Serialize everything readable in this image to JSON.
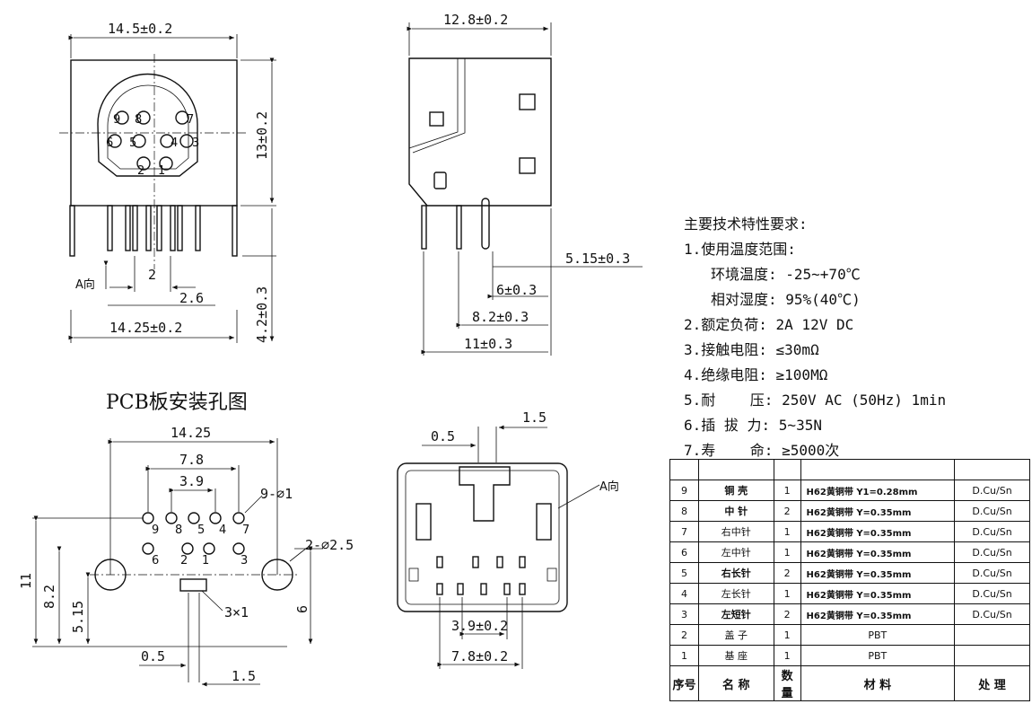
{
  "front_view": {
    "width_dim": "14.5±0.2",
    "height_dim": "13±0.2",
    "pin_spacing_dim": "2",
    "pin_offset_dim": "2.6",
    "base_width_dim": "14.25±0.2",
    "leg_dim": "4.2±0.3",
    "direction_label": "A向",
    "pin_numbers": [
      "9",
      "8",
      "7",
      "6",
      "5",
      "4",
      "3",
      "2",
      "1"
    ]
  },
  "side_view": {
    "width_dim": "12.8±0.2",
    "dim_1": "5.15±0.3",
    "dim_2": "6±0.3",
    "dim_3": "8.2±0.3",
    "dim_4": "11±0.3"
  },
  "pcb_layout": {
    "title": "PCB板安装孔图",
    "width_dim": "14.25",
    "span_dim": "7.8",
    "pitch_dim": "3.9",
    "hole_note": "9-⌀1",
    "mount_note": "2-⌀2.5",
    "slot_note": "3×1",
    "height_dim": "11",
    "dim_82": "8.2",
    "dim_515": "5.15",
    "dim_6": "6",
    "dim_05": "0.5",
    "dim_15": "1.5",
    "top_row_numbers": [
      "9",
      "8",
      "5",
      "4",
      "7"
    ],
    "bottom_row_numbers": [
      "6",
      "2",
      "1",
      "3"
    ]
  },
  "bottom_view": {
    "dim_05": "0.5",
    "dim_15": "1.5",
    "direction_label": "A向",
    "pitch_dim": "3.9±0.2",
    "span_dim": "7.8±0.2"
  },
  "specs": {
    "heading": "主要技术特性要求:",
    "line1": "1.使用温度范围:",
    "line1a": "环境温度: -25~+70℃",
    "line1b": "相对湿度: 95%(40℃)",
    "line2": "2.额定负荷: 2A 12V DC",
    "line3": "3.接触电阻: ≤30mΩ",
    "line4": "4.绝缘电阻: ≥100MΩ",
    "line5": "5.耐    压: 250V AC (50Hz) 1min",
    "line6": "6.插 拔 力: 5~35N",
    "line7": "7.寿    命: ≥5000次"
  },
  "bom": {
    "header": {
      "no": "序号",
      "name": "名  称",
      "qty": "数量",
      "material": "材   料",
      "treatment": "处  理"
    },
    "rows": [
      {
        "no": "9",
        "name": "铜 壳",
        "qty": "1",
        "material": "H62黄铜带 Y1=0.28mm",
        "treatment": "D.Cu/Sn"
      },
      {
        "no": "8",
        "name": "中 针",
        "qty": "2",
        "material": "H62黄铜带 Y=0.35mm",
        "treatment": "D.Cu/Sn"
      },
      {
        "no": "7",
        "name": "右中针",
        "qty": "1",
        "material": "H62黄铜带 Y=0.35mm",
        "treatment": "D.Cu/Sn"
      },
      {
        "no": "6",
        "name": "左中针",
        "qty": "1",
        "material": "H62黄铜带 Y=0.35mm",
        "treatment": "D.Cu/Sn"
      },
      {
        "no": "5",
        "name": "右长针",
        "qty": "2",
        "material": "H62黄铜带 Y=0.35mm",
        "treatment": "D.Cu/Sn"
      },
      {
        "no": "4",
        "name": "左长针",
        "qty": "1",
        "material": "H62黄铜带 Y=0.35mm",
        "treatment": "D.Cu/Sn"
      },
      {
        "no": "3",
        "name": "左短针",
        "qty": "2",
        "material": "H62黄铜带 Y=0.35mm",
        "treatment": "D.Cu/Sn"
      },
      {
        "no": "2",
        "name": "盖 子",
        "qty": "1",
        "material": "PBT",
        "treatment": ""
      },
      {
        "no": "1",
        "name": "基 座",
        "qty": "1",
        "material": "PBT",
        "treatment": ""
      }
    ]
  }
}
